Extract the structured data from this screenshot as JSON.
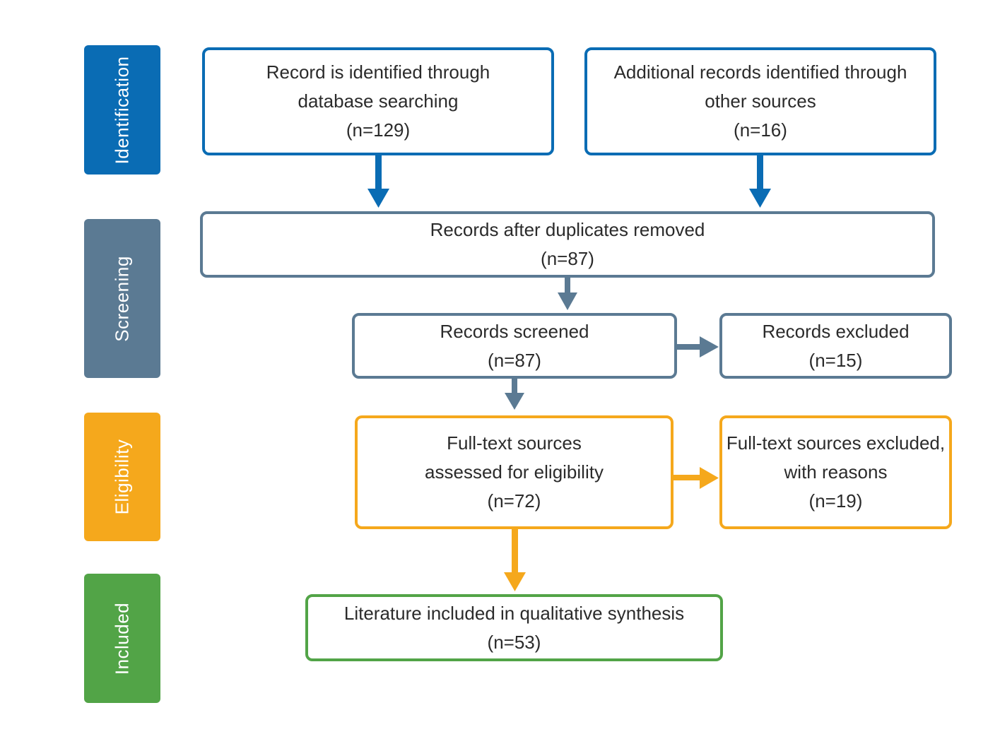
{
  "colors": {
    "identification": "#0a6cb4",
    "screening": "#5b7a93",
    "eligibility": "#f5a81c",
    "included": "#52a447",
    "text": "#2b2b2b"
  },
  "phases": {
    "identification": "Identification",
    "screening": "Screening",
    "eligibility": "Eligibility",
    "included": "Included"
  },
  "boxes": {
    "database": {
      "line1": "Record is identified through",
      "line2": "database searching",
      "count": "(n=129)"
    },
    "other": {
      "line1": "Additional records identified through",
      "line2": "other sources",
      "count": "(n=16)"
    },
    "dedup": {
      "line1": "Records after duplicates removed",
      "count": "(n=87)"
    },
    "screened": {
      "line1": "Records screened",
      "count": "(n=87)"
    },
    "excluded": {
      "line1": "Records excluded",
      "count": "(n=15)"
    },
    "fulltext": {
      "line1": "Full-text sources",
      "line2": "assessed for eligibility",
      "count": "(n=72)"
    },
    "fulltext_excluded": {
      "line1": "Full-text sources excluded,",
      "line2": "with reasons",
      "count": "(n=19)"
    },
    "included": {
      "line1": "Literature included in qualitative synthesis",
      "count": "(n=53)"
    }
  }
}
